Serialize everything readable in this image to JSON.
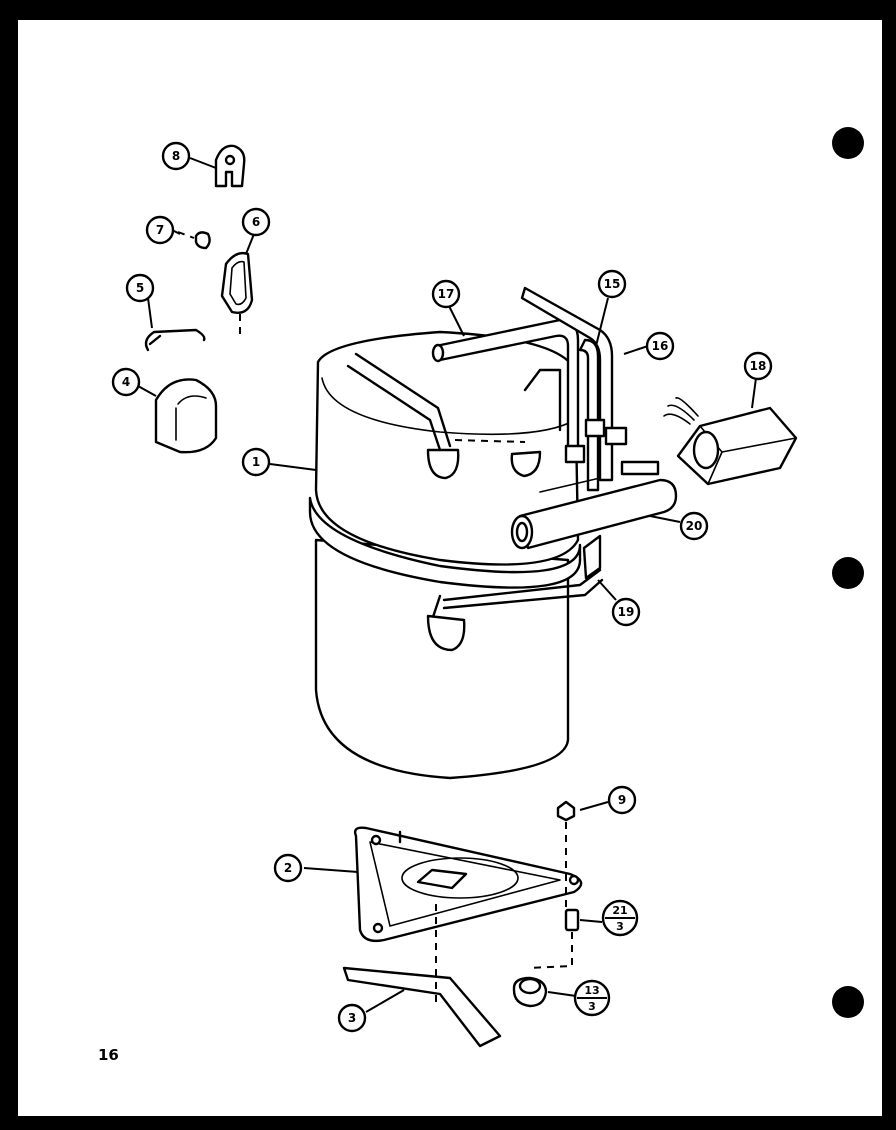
{
  "page": {
    "number": "16"
  },
  "callouts": [
    {
      "id": "c1",
      "text": "1"
    },
    {
      "id": "c2",
      "text": "2"
    },
    {
      "id": "c3",
      "text": "3"
    },
    {
      "id": "c4",
      "text": "4"
    },
    {
      "id": "c5",
      "text": "5"
    },
    {
      "id": "c6",
      "text": "6"
    },
    {
      "id": "c7",
      "text": "7"
    },
    {
      "id": "c8",
      "text": "8"
    },
    {
      "id": "c9",
      "text": "9"
    },
    {
      "id": "c15",
      "text": "15"
    },
    {
      "id": "c16",
      "text": "16"
    },
    {
      "id": "c17",
      "text": "17"
    },
    {
      "id": "c18",
      "text": "18"
    },
    {
      "id": "c19",
      "text": "19"
    },
    {
      "id": "c20",
      "text": "20"
    },
    {
      "id": "c21",
      "text": "21",
      "sub": "3"
    },
    {
      "id": "c13",
      "text": "13",
      "sub": "3"
    }
  ]
}
